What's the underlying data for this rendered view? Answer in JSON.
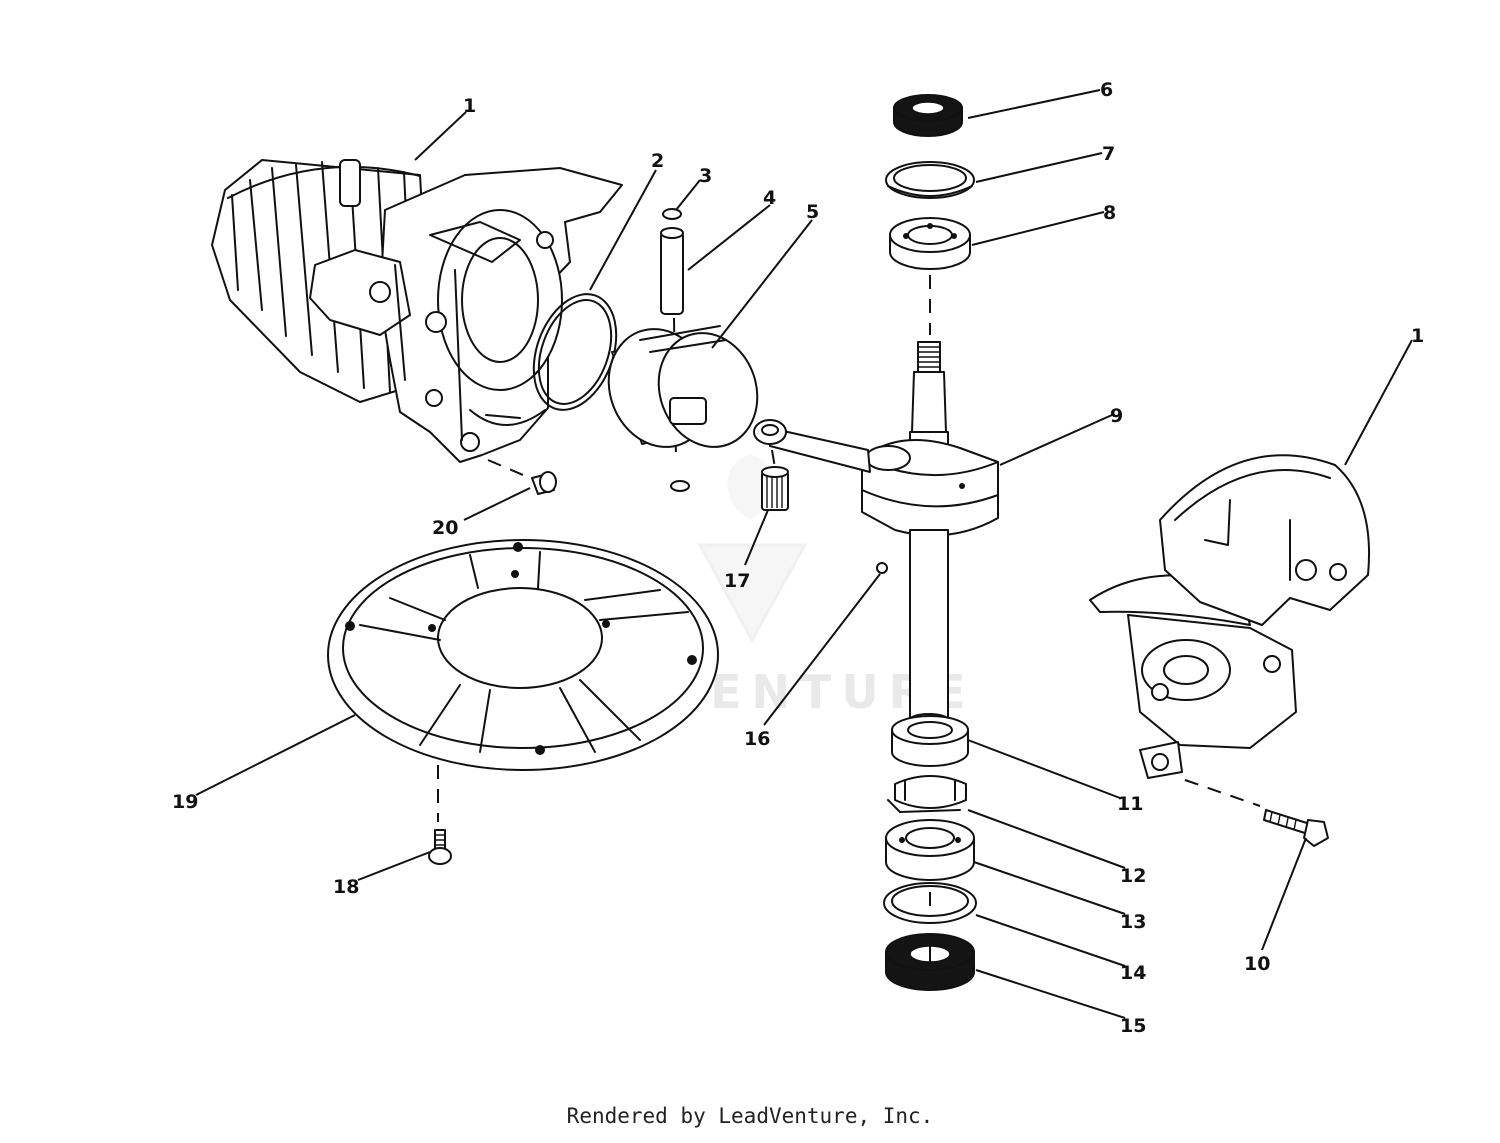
{
  "diagram": {
    "watermark": "LEADVENTURE",
    "footer": "Rendered by LeadVenture, Inc.",
    "callouts": {
      "c1a": "1",
      "c1b": "1",
      "c2": "2",
      "c3": "3",
      "c4": "4",
      "c5": "5",
      "c6": "6",
      "c7": "7",
      "c8": "8",
      "c9": "9",
      "c10": "10",
      "c11": "11",
      "c12": "12",
      "c13": "13",
      "c14": "14",
      "c15": "15",
      "c16": "16",
      "c17": "17",
      "c18": "18",
      "c19": "19",
      "c20": "20"
    }
  }
}
